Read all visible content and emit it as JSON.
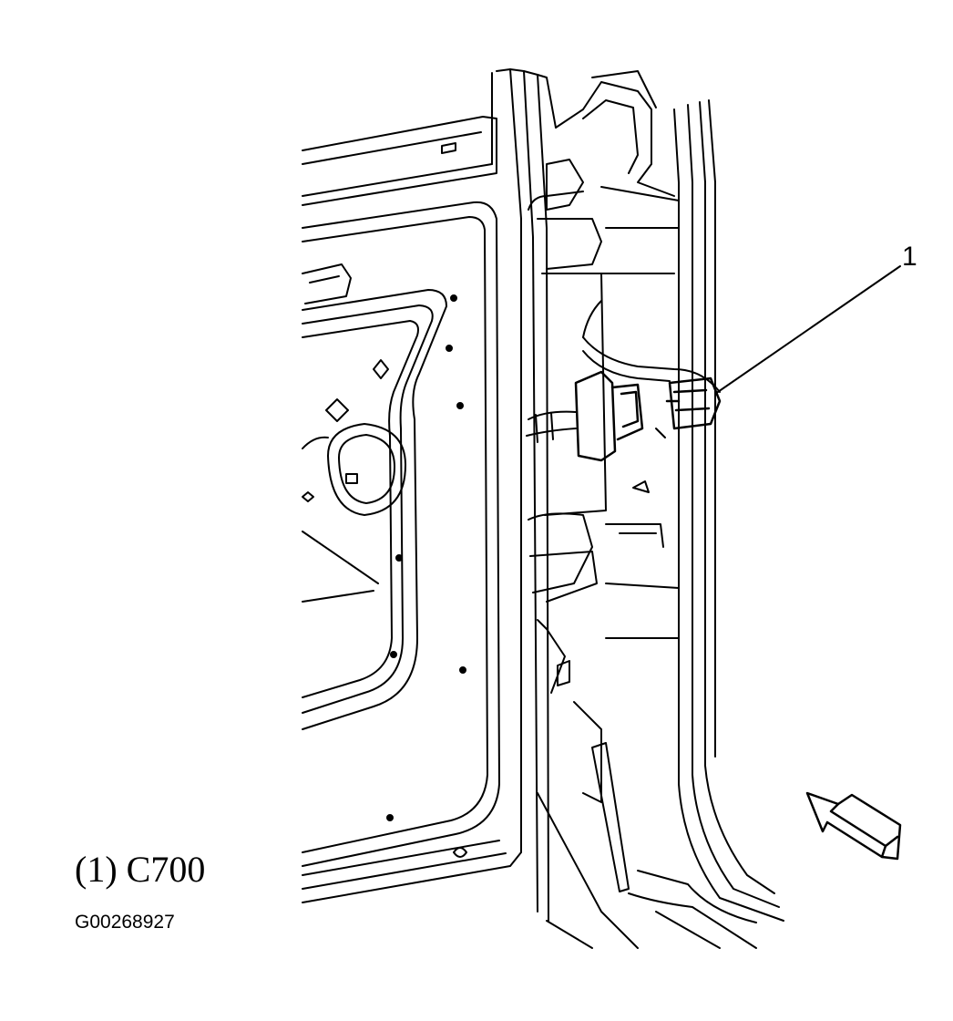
{
  "diagram": {
    "callout_label": "1",
    "caption": "(1) C700",
    "figure_code": "G00268927"
  },
  "icons": {
    "view_direction": "arrow-icon"
  },
  "colors": {
    "line": "#000000",
    "background": "#ffffff"
  }
}
